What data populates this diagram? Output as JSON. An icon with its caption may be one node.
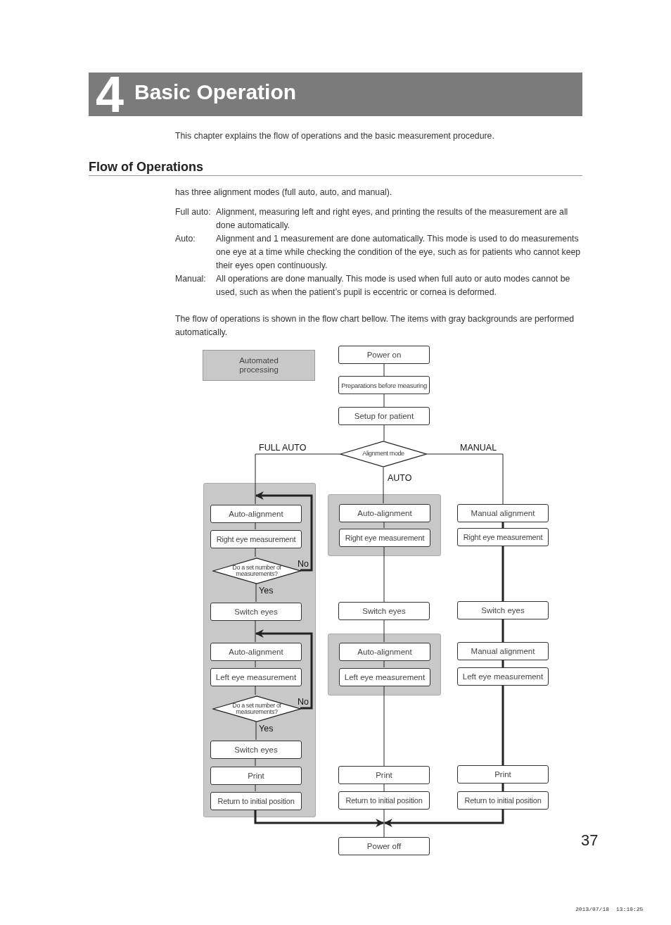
{
  "diagram": {
    "title": "Basic Operation",
    "nodes": [
      {
        "text": [
          "Power on"
        ]
      },
      {
        "text": [
          "Preparations before measuring"
        ]
      },
      {
        "text": [
          "Setup for patient"
        ]
      },
      {
        "text": [
          "Alignment mode"
        ]
      },
      {
        "text": [],
        "shape": "box"
      },
      {
        "text": [
          "Auto-alignment"
        ],
        "in": 4
      },
      {
        "text": [
          "Right eye measurement"
        ],
        "in": 4
      },
      {
        "text": [
          "Do a set number of measurements?"
        ],
        "in": 4
      },
      {
        "text": [
          "Switch eyes"
        ],
        "in": 4
      },
      {
        "text": [
          "Auto-alignment"
        ],
        "in": 4
      },
      {
        "text": [
          "Left eye measurement"
        ],
        "in": 4
      },
      {
        "text": [
          "Do a set number of measurements?"
        ],
        "in": 4
      },
      {
        "text": [
          "Switch eyes"
        ],
        "in": 4
      },
      {
        "text": [
          "Print"
        ],
        "in": 4
      },
      {
        "text": [
          "Return to initial position"
        ],
        "in": 4
      },
      {
        "text": [],
        "shape": "box"
      },
      {
        "text": [
          "Auto-alignment"
        ],
        "in": 15
      },
      {
        "text": [
          "Right eye measurement"
        ],
        "in": 15
      },
      {
        "text": [
          "Switch eyes"
        ]
      },
      {
        "text": [],
        "shape": "box"
      },
      {
        "text": [
          "Auto-alignment"
        ],
        "in": 19
      },
      {
        "text": [
          "Left eye measurement"
        ],
        "in": 19
      },
      {
        "text": [
          "Print"
        ]
      },
      {
        "text": [
          "Return to initial position"
        ]
      },
      {
        "text": [
          "Manual alignment"
        ]
      },
      {
        "text": [
          "Right eye measurement"
        ]
      },
      {
        "text": [
          "Switch eyes"
        ]
      },
      {
        "text": [
          "Manual alignment"
        ]
      },
      {
        "text": [
          "Left eye measurement"
        ]
      },
      {
        "text": [
          "Print"
        ]
      },
      {
        "text": [
          "Return to initial position"
        ]
      },
      {
        "text": [
          "Power off"
        ]
      }
    ],
    "edges": [
      {
        "from": 0,
        "to": 1,
        "arrow": "none"
      },
      {
        "from": 1,
        "to": 2,
        "arrow": "none"
      },
      {
        "from": 2,
        "to": 3,
        "arrow": "none"
      },
      {
        "from": 3,
        "to": 5,
        "arrow": "none",
        "label": "FULL AUTO"
      },
      {
        "from": 3,
        "to": 16,
        "arrow": "none",
        "label": "AUTO"
      },
      {
        "from": 3,
        "to": 24,
        "arrow": "none",
        "label": "MANUAL"
      },
      {
        "from": 5,
        "to": 6,
        "arrow": "none"
      },
      {
        "from": 6,
        "to": 7,
        "arrow": "none"
      },
      {
        "from": 7,
        "to": 8,
        "arrow": "none",
        "label": "Yes"
      },
      {
        "from": 7,
        "to": 5,
        "arrow": "to",
        "label": "No",
        "style": "thick"
      },
      {
        "from": 8,
        "to": 9,
        "arrow": "none"
      },
      {
        "from": 9,
        "to": 10,
        "arrow": "none"
      },
      {
        "from": 10,
        "to": 11,
        "arrow": "none"
      },
      {
        "from": 11,
        "to": 12,
        "arrow": "none",
        "label": "Yes"
      },
      {
        "from": 11,
        "to": 9,
        "arrow": "to",
        "label": "No",
        "style": "thick"
      },
      {
        "from": 12,
        "to": 13,
        "arrow": "none"
      },
      {
        "from": 13,
        "to": 14,
        "arrow": "none"
      },
      {
        "from": 14,
        "to": 31,
        "arrow": "to",
        "style": "thick"
      },
      {
        "from": 16,
        "to": 17,
        "arrow": "none"
      },
      {
        "from": 17,
        "to": 18,
        "arrow": "none"
      },
      {
        "from": 18,
        "to": 20,
        "arrow": "none"
      },
      {
        "from": 20,
        "to": 21,
        "arrow": "none"
      },
      {
        "from": 21,
        "to": 22,
        "arrow": "none"
      },
      {
        "from": 22,
        "to": 23,
        "arrow": "none"
      },
      {
        "from": 23,
        "to": 31,
        "arrow": "none"
      },
      {
        "from": 24,
        "to": 25,
        "arrow": "none",
        "style": "thick"
      },
      {
        "from": 25,
        "to": 26,
        "arrow": "none",
        "style": "thick"
      },
      {
        "from": 26,
        "to": 27,
        "arrow": "none",
        "style": "thick"
      },
      {
        "from": 27,
        "to": 28,
        "arrow": "none",
        "style": "thick"
      },
      {
        "from": 28,
        "to": 29,
        "arrow": "none",
        "style": "thick"
      },
      {
        "from": 29,
        "to": 30,
        "arrow": "none",
        "style": "thick"
      },
      {
        "from": 30,
        "to": 31,
        "arrow": "to",
        "style": "thick"
      }
    ],
    "labels": [
      "4",
      "This chapter explains the flow of operations and the basic measurement procedure.",
      "Flow of Operations",
      "has three alignment modes (full auto, auto, and manual).",
      "Full auto:",
      "Alignment, measuring left and right eyes, and printing the results of the measurement are all done automatically.",
      "Auto:",
      "Alignment and 1 measurement are done automatically. This mode is used to do measurements one eye at a time while checking the condition of the eye, such as for patients who cannot keep their eyes open continuously.",
      "Manual:",
      "All operations are done manually. This mode is used when full auto or auto modes cannot be used, such as when the patient’s pupil is eccentric or cornea is deformed.",
      "The flow of operations is shown in the flow chart bellow. The items with gray backgrounds are performed automatically.",
      "37",
      "2013/07/18",
      "13:10:25"
    ],
    "legend": [
      {
        "text": "Automated processing",
        "color": "#c8c8c8"
      }
    ]
  }
}
